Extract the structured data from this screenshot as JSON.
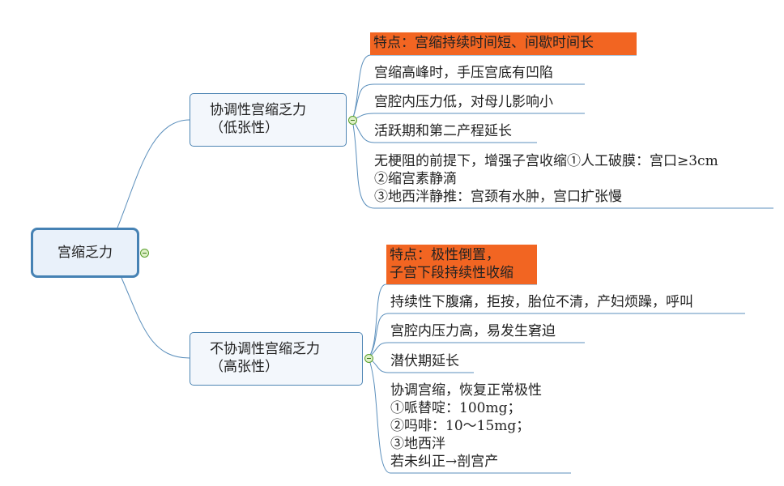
{
  "root": {
    "label": "宫缩乏力"
  },
  "branches": [
    {
      "title": "协调性宫缩乏力",
      "subtitle": "（低张性）",
      "highlight": "特点：宫缩持续时间短、间歇时间长",
      "items": [
        "宫缩高峰时，手压宫底有凹陷",
        "宫腔内压力低，对母儿影响小",
        "活跃期和第二产程延长"
      ],
      "treatment": [
        "无梗阻的前提下，增强子宫收缩①人工破膜：宫口≥3cm",
        "②缩宫素静滴",
        "③地西泮静推：宫颈有水肿，宫口扩张慢"
      ]
    },
    {
      "title": "不协调性宫缩乏力",
      "subtitle": "（高张性）",
      "highlight": [
        "特点：极性倒置，",
        "子宫下段持续性收缩"
      ],
      "items": [
        "持续性下腹痛，拒按，胎位不清，产妇烦躁，呼叫",
        "宫腔内压力高，易发生窘迫",
        "潜伏期延长"
      ],
      "treatment": [
        "协调宫缩，恢复正常极性",
        "①哌替啶：100mg；",
        "②吗啡：10～15mg；",
        "③地西泮",
        "若未纠正→剖宫产"
      ]
    }
  ],
  "colors": {
    "highlight": "#f26522",
    "line": "#4f86b4",
    "toggle": "#5aa02c"
  }
}
